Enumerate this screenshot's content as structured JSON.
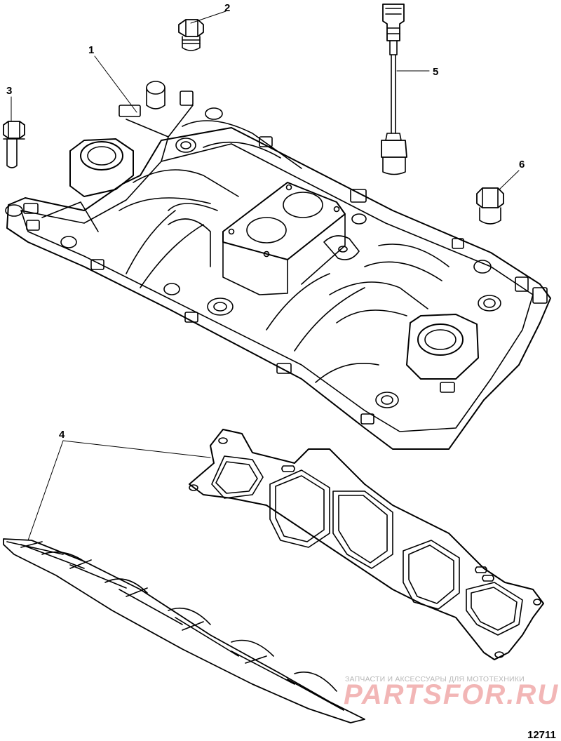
{
  "callouts": {
    "c1": "1",
    "c2": "2",
    "c3": "3",
    "c4": "4",
    "c5": "5",
    "c6": "6"
  },
  "figure_number": "12711",
  "watermark": {
    "tagline": "ЗАПЧАСТИ И АКСЕССУАРЫ ДЛЯ МОТОТЕХНИКИ",
    "logo": "PARTSFOR.RU"
  },
  "colors": {
    "line": "#000000",
    "watermark_logo": "#f2b6b6",
    "watermark_text": "#b8b8b8"
  }
}
